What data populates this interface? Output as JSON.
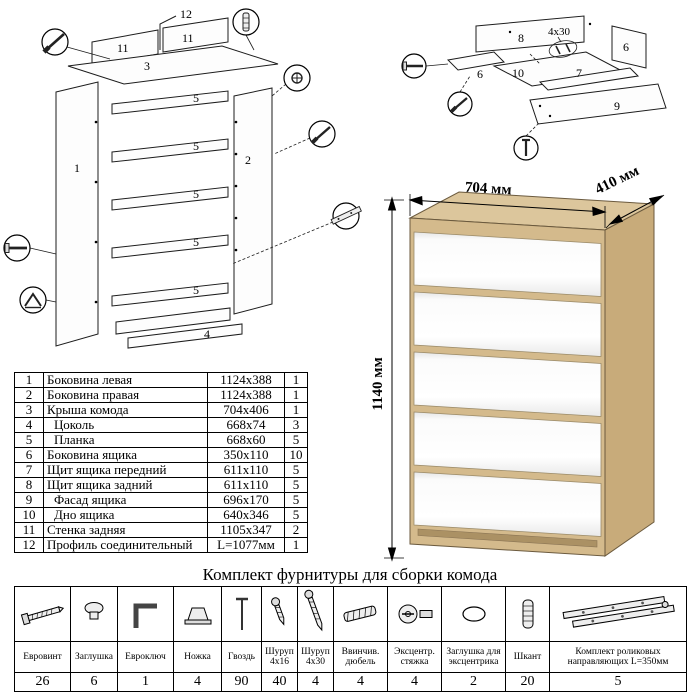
{
  "parts_table": {
    "rows": [
      {
        "num": "1",
        "name": "Боковина левая",
        "size": "1124x388",
        "qty": "1"
      },
      {
        "num": "2",
        "name": "Боковина правая",
        "size": "1124x388",
        "qty": "1"
      },
      {
        "num": "3",
        "name": "Крыша комода",
        "size": "704x406",
        "qty": "1"
      },
      {
        "num": "4",
        "name": "Цоколь",
        "size": "668x74",
        "qty": "3"
      },
      {
        "num": "5",
        "name": "Планка",
        "size": "668x60",
        "qty": "5"
      },
      {
        "num": "6",
        "name": "Боковина ящика",
        "size": "350x110",
        "qty": "10"
      },
      {
        "num": "7",
        "name": "Щит ящика передний",
        "size": "611x110",
        "qty": "5"
      },
      {
        "num": "8",
        "name": "Щит ящика задний",
        "size": "611x110",
        "qty": "5"
      },
      {
        "num": "9",
        "name": "Фасад ящика",
        "size": "696x170",
        "qty": "5"
      },
      {
        "num": "10",
        "name": "Дно ящика",
        "size": "640x346",
        "qty": "5"
      },
      {
        "num": "11",
        "name": "Стенка задняя",
        "size": "1105x347",
        "qty": "2"
      },
      {
        "num": "12",
        "name": "Профиль соединительный",
        "size": "L=1077мм",
        "qty": "1"
      }
    ]
  },
  "hardware": {
    "title": "Комплект фурнитуры для сборки комода",
    "items": [
      {
        "name": "Евровинт",
        "qty": "26",
        "icon": "euroscrew-icon"
      },
      {
        "name": "Заглушка",
        "qty": "6",
        "icon": "plug-icon"
      },
      {
        "name": "Евроключ",
        "qty": "1",
        "icon": "hex-key-icon"
      },
      {
        "name": "Ножка",
        "qty": "4",
        "icon": "foot-icon"
      },
      {
        "name": "Гвоздь",
        "qty": "90",
        "icon": "nail-icon"
      },
      {
        "name": "Шуруп 4x16",
        "qty": "40",
        "icon": "screw-short-icon"
      },
      {
        "name": "Шуруп 4x30",
        "qty": "4",
        "icon": "screw-long-icon"
      },
      {
        "name": "Ввинчив. дюбель",
        "qty": "4",
        "icon": "screw-dowel-icon"
      },
      {
        "name": "Эксцентр. стяжка",
        "qty": "4",
        "icon": "cam-lock-icon"
      },
      {
        "name": "Заглушка для эксцентрика",
        "qty": "2",
        "icon": "cam-cover-icon"
      },
      {
        "name": "Шкант",
        "qty": "20",
        "icon": "wood-dowel-icon"
      },
      {
        "name": "Комплект роликовых направляющих L=350мм",
        "qty": "5",
        "icon": "drawer-slides-icon"
      }
    ]
  },
  "exploded": {
    "labels": {
      "p12": "12",
      "p11a": "11",
      "p11b": "11",
      "p3": "3",
      "p1": "1",
      "p2": "2",
      "p5a": "5",
      "p5b": "5",
      "p5c": "5",
      "p5d": "5",
      "p5e": "5",
      "p4": "4"
    }
  },
  "drawer_diagram": {
    "labels": {
      "p8": "8",
      "p6a": "6",
      "p6b": "6",
      "p10": "10",
      "p7": "7",
      "p9": "9"
    },
    "screw_note": "4x30"
  },
  "dresser_dims": {
    "width": "704 мм",
    "depth": "410 мм",
    "height": "1140 мм"
  },
  "colors": {
    "wood": "#d4ba8c",
    "wood_side": "#c8ab7a",
    "wood_top": "#dcc69c",
    "drawer_white": "#ffffff"
  }
}
